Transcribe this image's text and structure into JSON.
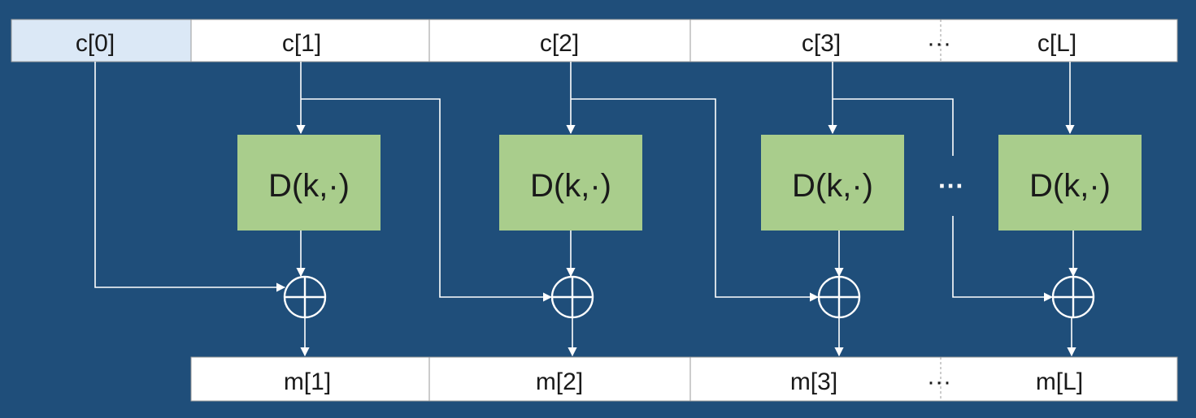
{
  "colors": {
    "background": "#1f4e7a",
    "iv_cell_fill": "#dbe8f6",
    "cell_fill": "#ffffff",
    "cell_border": "#9a9a9a",
    "block_fill": "#a9cd8c",
    "arrow": "#ffffff",
    "text": "#1a1a1a"
  },
  "ciphertext_row": {
    "iv": "c[0]",
    "cells": [
      "c[1]",
      "c[2]",
      "c[3]",
      "c[L]"
    ],
    "ellipsis": "···"
  },
  "decrypt_blocks": {
    "label": "D(k,·)",
    "ellipsis": "···"
  },
  "plaintext_row": {
    "cells": [
      "m[1]",
      "m[2]",
      "m[3]",
      "m[L]"
    ],
    "ellipsis": "···"
  }
}
